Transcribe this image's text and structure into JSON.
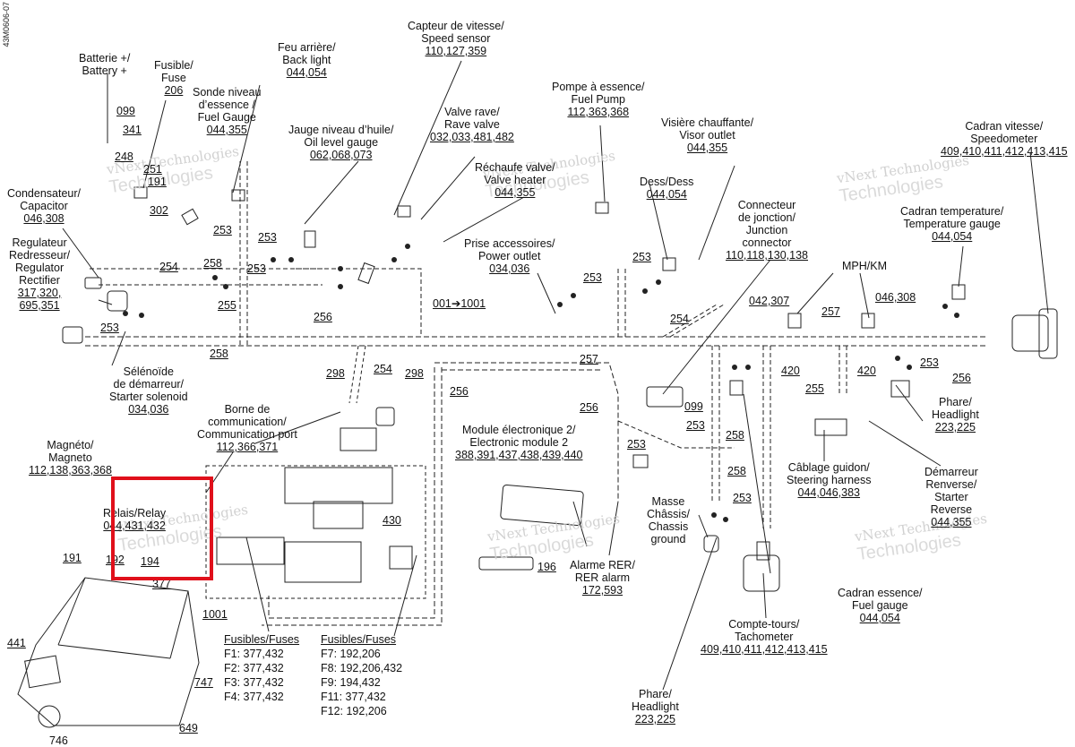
{
  "doc_code": "43M0606-07",
  "watermark": {
    "line1": "vNext Technologies",
    "line2": "Technologies"
  },
  "highlight_color": "#e0101b",
  "labels": [
    {
      "id": "battery",
      "lines": [
        "Batterie +/",
        "Battery +"
      ],
      "ref": ""
    },
    {
      "id": "fuse",
      "lines": [
        "Fusible/",
        "Fuse"
      ],
      "ref": "206"
    },
    {
      "id": "fuel-gauge-sensor",
      "lines": [
        "Sonde niveau",
        "d’essence /",
        "Fuel Gauge"
      ],
      "ref": "044,355"
    },
    {
      "id": "back-light",
      "lines": [
        "Feu arrière/",
        "Back light"
      ],
      "ref": "044,054"
    },
    {
      "id": "oil-gauge",
      "lines": [
        "Jauge niveau d’huile/",
        "Oil level gauge"
      ],
      "ref": "062,068,073"
    },
    {
      "id": "speed-sensor",
      "lines": [
        "Capteur de vitesse/",
        "Speed sensor"
      ],
      "ref": "110,127,359"
    },
    {
      "id": "rave-valve",
      "lines": [
        "Valve rave/",
        "Rave valve"
      ],
      "ref": "032,033,481,482"
    },
    {
      "id": "valve-heater",
      "lines": [
        "Réchaufe valve/",
        "Valve heater"
      ],
      "ref": "044,355"
    },
    {
      "id": "fuel-pump",
      "lines": [
        "Pompe à essence/",
        "Fuel Pump"
      ],
      "ref": "112,363,368"
    },
    {
      "id": "visor-outlet",
      "lines": [
        "Visière chauffante/",
        "Visor outlet"
      ],
      "ref": "044,355"
    },
    {
      "id": "speedometer",
      "lines": [
        "Cadran vitesse/",
        "Speedometer"
      ],
      "ref": "409,410,411,412,413,415"
    },
    {
      "id": "capacitor",
      "lines": [
        "Condensateur/",
        "Capacitor"
      ],
      "ref": "046,308"
    },
    {
      "id": "regulator",
      "lines": [
        "Regulateur",
        "Redresseur/",
        "Regulator",
        "Rectifier"
      ],
      "ref": "317,320,",
      "ref2": "695,351"
    },
    {
      "id": "dess",
      "lines": [
        "Dess/Dess"
      ],
      "ref": "044,054"
    },
    {
      "id": "junction-connector",
      "lines": [
        "Connecteur",
        "de jonction/",
        "Junction",
        "connector"
      ],
      "ref": "110,118,130,138"
    },
    {
      "id": "temp-gauge",
      "lines": [
        "Cadran temperature/",
        "Temperature gauge"
      ],
      "ref": "044,054"
    },
    {
      "id": "power-outlet",
      "lines": [
        "Prise accessoires/",
        "Power outlet"
      ],
      "ref": "034,036"
    },
    {
      "id": "mph-km",
      "lines": [
        "MPH/KM"
      ],
      "ref": ""
    },
    {
      "id": "starter-solenoid",
      "lines": [
        "Sélénoïde",
        "de démarreur/",
        "Starter solenoid"
      ],
      "ref": "034,036"
    },
    {
      "id": "comm-port",
      "lines": [
        "Borne de",
        "communication/",
        "Communication port"
      ],
      "ref": "112,366,371"
    },
    {
      "id": "headlight-right",
      "lines": [
        "Phare/",
        "Headlight"
      ],
      "ref": "223,225"
    },
    {
      "id": "magneto",
      "lines": [
        "Magnéto/",
        "Magneto"
      ],
      "ref": "112,138,363,368"
    },
    {
      "id": "electronic-module",
      "lines": [
        "Module électronique 2/",
        "Electronic module 2"
      ],
      "ref": "388,391,437,438,439,440"
    },
    {
      "id": "handlebar-harness",
      "lines": [
        "Câblage guidon/",
        "Steering harness"
      ],
      "ref": "044,046,383"
    },
    {
      "id": "reverse-starter",
      "lines": [
        "Démarreur",
        "Renverse/",
        "Starter",
        "Reverse"
      ],
      "ref": "044,355"
    },
    {
      "id": "relay",
      "lines": [
        "Relais/Relay"
      ],
      "ref": "044,431,432"
    },
    {
      "id": "chassis-ground",
      "lines": [
        "Masse",
        "Châssis/",
        "Chassis",
        "ground"
      ],
      "ref": ""
    },
    {
      "id": "rer-alarm",
      "lines": [
        "Alarme RER/",
        "RER alarm"
      ],
      "ref": "172,593"
    },
    {
      "id": "fuel-gauge-dial",
      "lines": [
        "Cadran essence/",
        "Fuel gauge"
      ],
      "ref": "044,054"
    },
    {
      "id": "tachometer",
      "lines": [
        "Compte-tours/",
        "Tachometer"
      ],
      "ref": "409,410,411,412,413,415"
    },
    {
      "id": "headlight-bottom",
      "lines": [
        "Phare/",
        "Headlight"
      ],
      "ref": "223,225"
    }
  ],
  "wire_numbers": [
    {
      "id": "n099a",
      "text": "099"
    },
    {
      "id": "n341",
      "text": "341"
    },
    {
      "id": "n248",
      "text": "248"
    },
    {
      "id": "n251",
      "text": "251"
    },
    {
      "id": "n191a",
      "text": "191"
    },
    {
      "id": "n302",
      "text": "302"
    },
    {
      "id": "n253a",
      "text": "253"
    },
    {
      "id": "n253b",
      "text": "253"
    },
    {
      "id": "n258a",
      "text": "258"
    },
    {
      "id": "n253c",
      "text": "253"
    },
    {
      "id": "n254a",
      "text": "254"
    },
    {
      "id": "n255a",
      "text": "255"
    },
    {
      "id": "n253d",
      "text": "253"
    },
    {
      "id": "n258b",
      "text": "258"
    },
    {
      "id": "n256a",
      "text": "256"
    },
    {
      "id": "n298a",
      "text": "298"
    },
    {
      "id": "n254b",
      "text": "254"
    },
    {
      "id": "n298b",
      "text": "298"
    },
    {
      "id": "n256b",
      "text": "256"
    },
    {
      "id": "n253e",
      "text": "253"
    },
    {
      "id": "n253f",
      "text": "253"
    },
    {
      "id": "n254c",
      "text": "254"
    },
    {
      "id": "n257a",
      "text": "257"
    },
    {
      "id": "n256c",
      "text": "256"
    },
    {
      "id": "n099b",
      "text": "099"
    },
    {
      "id": "n253g",
      "text": "253"
    },
    {
      "id": "n253h",
      "text": "253"
    },
    {
      "id": "n258c",
      "text": "258"
    },
    {
      "id": "n258d",
      "text": "258"
    },
    {
      "id": "n253i",
      "text": "253"
    },
    {
      "id": "n042",
      "text": "042,307"
    },
    {
      "id": "n257b",
      "text": "257"
    },
    {
      "id": "n046",
      "text": "046,308"
    },
    {
      "id": "n420a",
      "text": "420"
    },
    {
      "id": "n420b",
      "text": "420"
    },
    {
      "id": "n255b",
      "text": "255"
    },
    {
      "id": "n253j",
      "text": "253"
    },
    {
      "id": "n256d",
      "text": "256"
    },
    {
      "id": "n430",
      "text": "430"
    },
    {
      "id": "n196",
      "text": "196"
    },
    {
      "id": "n191b",
      "text": "191"
    },
    {
      "id": "n192",
      "text": "192"
    },
    {
      "id": "n194",
      "text": "194"
    },
    {
      "id": "n377",
      "text": "377"
    },
    {
      "id": "n1001a",
      "text": "1001"
    },
    {
      "id": "n441",
      "text": "441"
    },
    {
      "id": "n747",
      "text": "747"
    },
    {
      "id": "n649",
      "text": "649"
    },
    {
      "id": "n746",
      "text": "746"
    }
  ],
  "main_bus_label": "001➔1001",
  "fuses_left": {
    "title": "Fusibles/Fuses",
    "items": [
      "F1: 377,432",
      "F2: 377,432",
      "F3: 377,432",
      "F4: 377,432"
    ]
  },
  "fuses_right": {
    "title": "Fusibles/Fuses",
    "items": [
      "F7: 192,206",
      "F8: 192,206,432",
      "F9: 194,432",
      "F11: 377,432",
      "F12: 192,206"
    ]
  }
}
